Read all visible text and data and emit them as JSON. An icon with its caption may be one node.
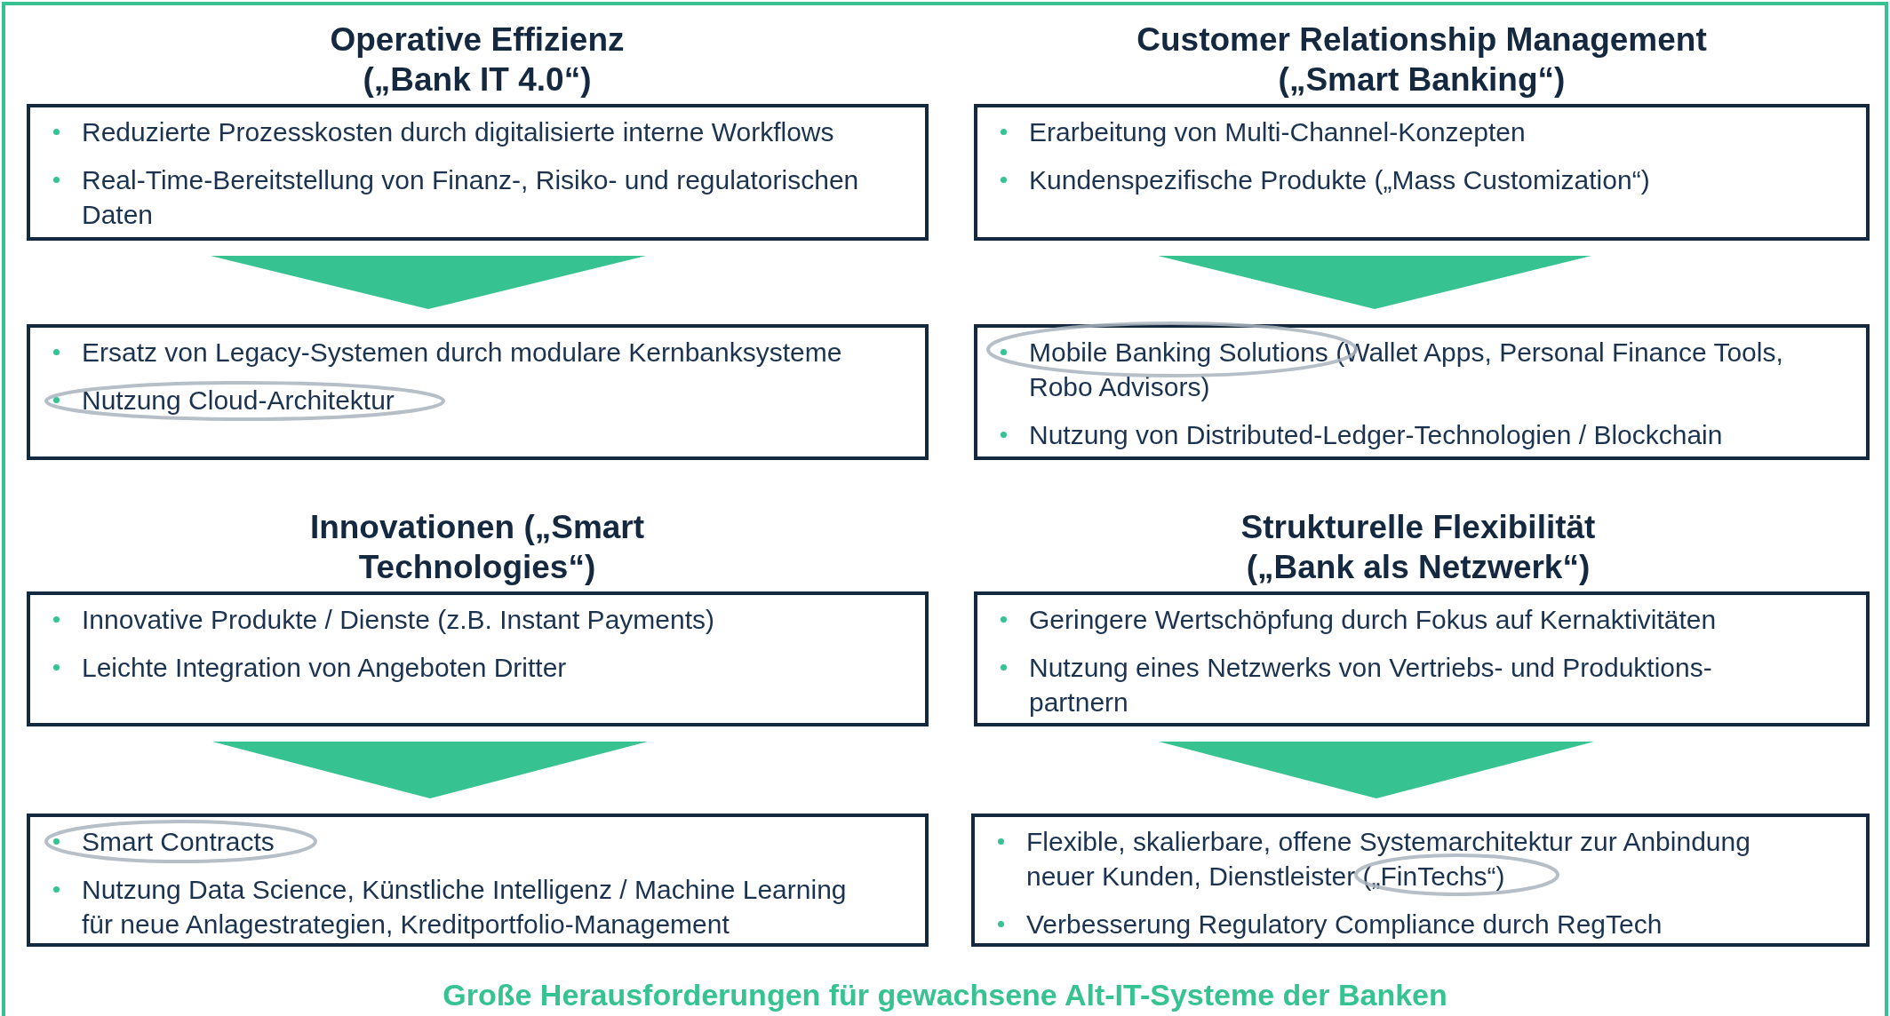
{
  "diagram": {
    "caption": "Große Herausforderungen für gewachsene Alt-IT-Systeme der Banken",
    "nodes": [
      {
        "text": [
          "Operative Effizienz („Bank IT 4.0“)",
          "Reduzierte Prozesskosten durch digitalisierte interne Workflows",
          "Real-Time-Bereitstellung von Finanz-, Risiko- und regulatorischen Daten"
        ]
      },
      {
        "text": [
          "Customer Relationship Management („Smart Banking“)",
          "Erarbeitung von Multi-Channel-Konzepten",
          "Kundenspezifische Produkte („Mass Customization“)"
        ]
      },
      {
        "text": [
          "Ersatz von Legacy-Systemen durch modulare Kernbanksysteme",
          "Nutzung Cloud-Architektur"
        ]
      },
      {
        "text": [
          "Mobile Banking Solutions (Wallet Apps, Personal Finance Tools, Robo Advisors)",
          "Nutzung von Distributed-Ledger-Technologien / Blockchain"
        ]
      },
      {
        "text": [
          "Innovationen („Smart Technologies“)",
          "Innovative Produkte / Dienste (z.B. Instant Payments)",
          "Leichte Integration von Angeboten Dritter"
        ]
      },
      {
        "text": [
          "Strukturelle Flexibilität („Bank als Netzwerk“)",
          "Geringere Wertschöpfung durch Fokus auf Kernaktivitäten",
          "Nutzung eines Netzwerks von Vertriebs- und Produktions-partnern"
        ]
      },
      {
        "text": [
          "Smart Contracts",
          "Nutzung Data Science, Künstliche Intelligenz / Machine Learning für neue Anlagestrategien, Kreditportfolio-Management"
        ]
      },
      {
        "text": [
          "Flexible, skalierbare, offene Systemarchitektur zur Anbindung neuer Kunden, Dienstleister („FinTechs“)",
          "Verbesserung Regulatory Compliance durch RegTech"
        ]
      }
    ],
    "edges": [
      {
        "from": 0,
        "to": 2,
        "arrow": "to"
      },
      {
        "from": 1,
        "to": 3,
        "arrow": "to"
      },
      {
        "from": 4,
        "to": 6,
        "arrow": "to"
      },
      {
        "from": 5,
        "to": 7,
        "arrow": "to"
      }
    ]
  }
}
